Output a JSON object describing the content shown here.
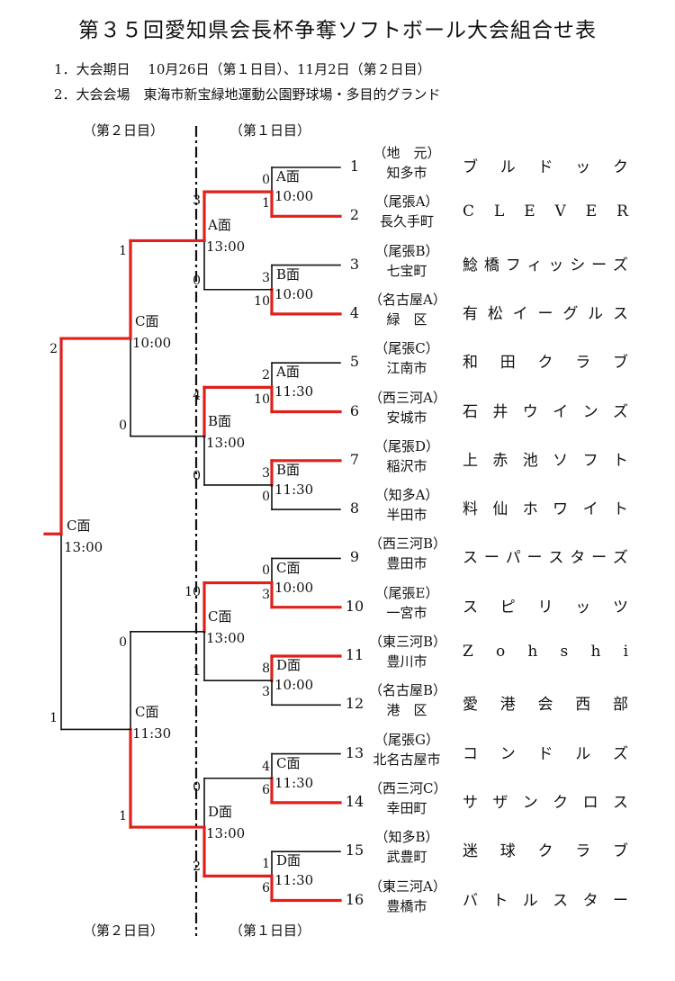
{
  "title": "第３５回愛知県会長杯争奪ソフトボール大会組合せ表",
  "info": [
    "1．大会期日　 10月26日（第１日目）、11月2日（第２日目）",
    "2．大会会場　東海市新宝緑地運動公園野球場・多目的グランド"
  ],
  "day_labels": {
    "day2": "（第２日目）",
    "day1": "（第１日目）"
  },
  "teams": [
    {
      "num": "1",
      "region": "（地　元）",
      "city": "知多市",
      "name": "ブルドック"
    },
    {
      "num": "2",
      "region": "（尾張A）",
      "city": "長久手町",
      "name": "CLEVER"
    },
    {
      "num": "3",
      "region": "（尾張B）",
      "city": "七宝町",
      "name": "鯰橋フィッシーズ"
    },
    {
      "num": "4",
      "region": "（名古屋A）",
      "city": "緑　区",
      "name": "有松イーグルス"
    },
    {
      "num": "5",
      "region": "（尾張C）",
      "city": "江南市",
      "name": "和田クラブ"
    },
    {
      "num": "6",
      "region": "（西三河A）",
      "city": "安城市",
      "name": "石井ウインズ"
    },
    {
      "num": "7",
      "region": "（尾張D）",
      "city": "稲沢市",
      "name": "上赤池ソフト"
    },
    {
      "num": "8",
      "region": "（知多A）",
      "city": "半田市",
      "name": "料仙ホワイト"
    },
    {
      "num": "9",
      "region": "（西三河B）",
      "city": "豊田市",
      "name": "スーパースターズ"
    },
    {
      "num": "10",
      "region": "（尾張E）",
      "city": "一宮市",
      "name": "スピリッツ"
    },
    {
      "num": "11",
      "region": "（東三河B）",
      "city": "豊川市",
      "name": "Zohshi"
    },
    {
      "num": "12",
      "region": "（名古屋B）",
      "city": "港　区",
      "name": "愛港会西部"
    },
    {
      "num": "13",
      "region": "（尾張G）",
      "city": "北名古屋市",
      "name": "コンドルズ"
    },
    {
      "num": "14",
      "region": "（西三河C）",
      "city": "幸田町",
      "name": "サザンクロス"
    },
    {
      "num": "15",
      "region": "（知多B）",
      "city": "武豊町",
      "name": "迷球クラブ"
    },
    {
      "num": "16",
      "region": "（東三河A）",
      "city": "豊橋市",
      "name": "バトルスター"
    }
  ],
  "round1": [
    {
      "field": "A面",
      "time": "10:00",
      "scores": [
        "0",
        "1"
      ]
    },
    {
      "field": "B面",
      "time": "10:00",
      "scores": [
        "3",
        "10"
      ]
    },
    {
      "field": "A面",
      "time": "11:30",
      "scores": [
        "2",
        "10"
      ]
    },
    {
      "field": "B面",
      "time": "11:30",
      "scores": [
        "3",
        "0"
      ]
    },
    {
      "field": "C面",
      "time": "10:00",
      "scores": [
        "0",
        "3"
      ]
    },
    {
      "field": "D面",
      "time": "10:00",
      "scores": [
        "8",
        "3"
      ]
    },
    {
      "field": "C面",
      "time": "11:30",
      "scores": [
        "4",
        "6"
      ]
    },
    {
      "field": "D面",
      "time": "11:30",
      "scores": [
        "1",
        "6"
      ]
    }
  ],
  "round2": [
    {
      "field": "A面",
      "time": "13:00",
      "scores": [
        "3",
        "0"
      ]
    },
    {
      "field": "B面",
      "time": "13:00",
      "scores": [
        "4",
        "0"
      ]
    },
    {
      "field": "C面",
      "time": "13:00",
      "scores": [
        "10",
        "1"
      ]
    },
    {
      "field": "D面",
      "time": "13:00",
      "scores": [
        "0",
        "2"
      ]
    }
  ],
  "semis": [
    {
      "field": "C面",
      "time": "10:00",
      "scores": [
        "1",
        "0"
      ]
    },
    {
      "field": "C面",
      "time": "11:30",
      "scores": [
        "0",
        "1"
      ]
    }
  ],
  "final": {
    "field": "C面",
    "time": "13:00",
    "scores": [
      "2",
      "1"
    ]
  },
  "colors": {
    "winner": "#e0201c",
    "line": "#111111"
  }
}
